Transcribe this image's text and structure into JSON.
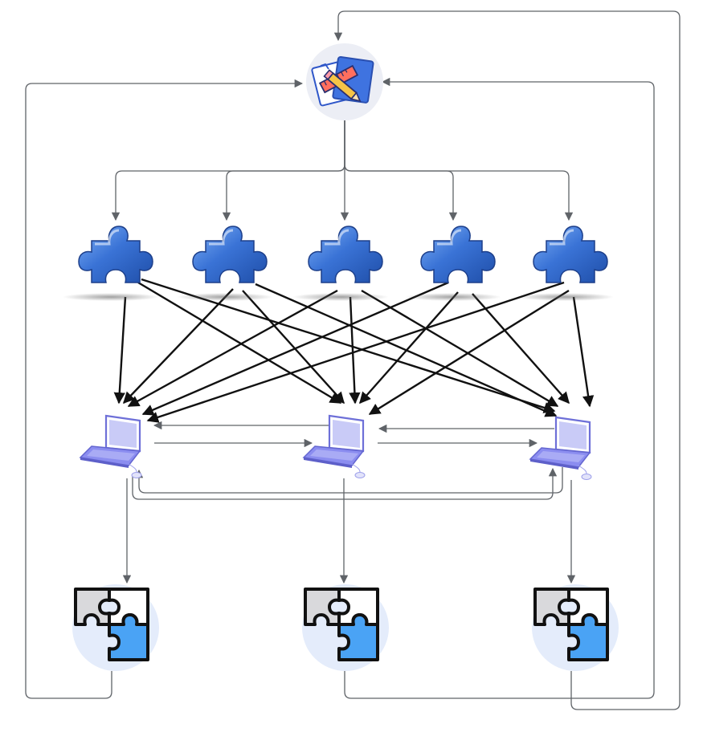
{
  "diagram": {
    "nodes": [
      {
        "id": "designer",
        "kind": "design-tools-icon"
      },
      {
        "id": "piece_1",
        "kind": "puzzle-piece-icon"
      },
      {
        "id": "piece_2",
        "kind": "puzzle-piece-icon"
      },
      {
        "id": "piece_3",
        "kind": "puzzle-piece-icon"
      },
      {
        "id": "piece_4",
        "kind": "puzzle-piece-icon"
      },
      {
        "id": "piece_5",
        "kind": "puzzle-piece-icon"
      },
      {
        "id": "laptop_1",
        "kind": "laptop-icon"
      },
      {
        "id": "laptop_2",
        "kind": "laptop-icon"
      },
      {
        "id": "laptop_3",
        "kind": "laptop-icon"
      },
      {
        "id": "assembled_1",
        "kind": "assembled-puzzle-icon"
      },
      {
        "id": "assembled_2",
        "kind": "assembled-puzzle-icon"
      },
      {
        "id": "assembled_3",
        "kind": "assembled-puzzle-icon"
      }
    ],
    "edges": [
      {
        "from": "designer",
        "to": "piece_1"
      },
      {
        "from": "designer",
        "to": "piece_2"
      },
      {
        "from": "designer",
        "to": "piece_3"
      },
      {
        "from": "designer",
        "to": "piece_4"
      },
      {
        "from": "designer",
        "to": "piece_5"
      },
      {
        "from": "piece_1",
        "to": "laptop_1"
      },
      {
        "from": "piece_1",
        "to": "laptop_2"
      },
      {
        "from": "piece_1",
        "to": "laptop_3"
      },
      {
        "from": "piece_2",
        "to": "laptop_1"
      },
      {
        "from": "piece_2",
        "to": "laptop_2"
      },
      {
        "from": "piece_2",
        "to": "laptop_3"
      },
      {
        "from": "piece_3",
        "to": "laptop_1"
      },
      {
        "from": "piece_3",
        "to": "laptop_2"
      },
      {
        "from": "piece_3",
        "to": "laptop_3"
      },
      {
        "from": "piece_4",
        "to": "laptop_1"
      },
      {
        "from": "piece_4",
        "to": "laptop_2"
      },
      {
        "from": "piece_4",
        "to": "laptop_3"
      },
      {
        "from": "piece_5",
        "to": "laptop_1"
      },
      {
        "from": "piece_5",
        "to": "laptop_2"
      },
      {
        "from": "piece_5",
        "to": "laptop_3"
      },
      {
        "from": "laptop_1",
        "to": "laptop_2"
      },
      {
        "from": "laptop_2",
        "to": "laptop_3"
      },
      {
        "from": "laptop_3",
        "to": "laptop_2"
      },
      {
        "from": "laptop_2",
        "to": "laptop_1"
      },
      {
        "from": "laptop_1",
        "to": "laptop_3"
      },
      {
        "from": "laptop_3",
        "to": "laptop_1"
      },
      {
        "from": "laptop_1",
        "to": "assembled_1"
      },
      {
        "from": "laptop_2",
        "to": "assembled_2"
      },
      {
        "from": "laptop_3",
        "to": "assembled_3"
      },
      {
        "from": "assembled_1",
        "to": "designer"
      },
      {
        "from": "assembled_2",
        "to": "designer"
      },
      {
        "from": "assembled_3",
        "to": "designer"
      }
    ]
  },
  "colors": {
    "piece_blue": "#2f64c8",
    "piece_blue_light": "#6fa3f0",
    "laptop_purple": "#8b8df0",
    "assembled_blue": "#4aa3f5",
    "assembled_gray": "#d9d9dc",
    "circle_bg": "#e4ecfb",
    "edge_gray": "#5f6368",
    "edge_black": "#111111"
  }
}
